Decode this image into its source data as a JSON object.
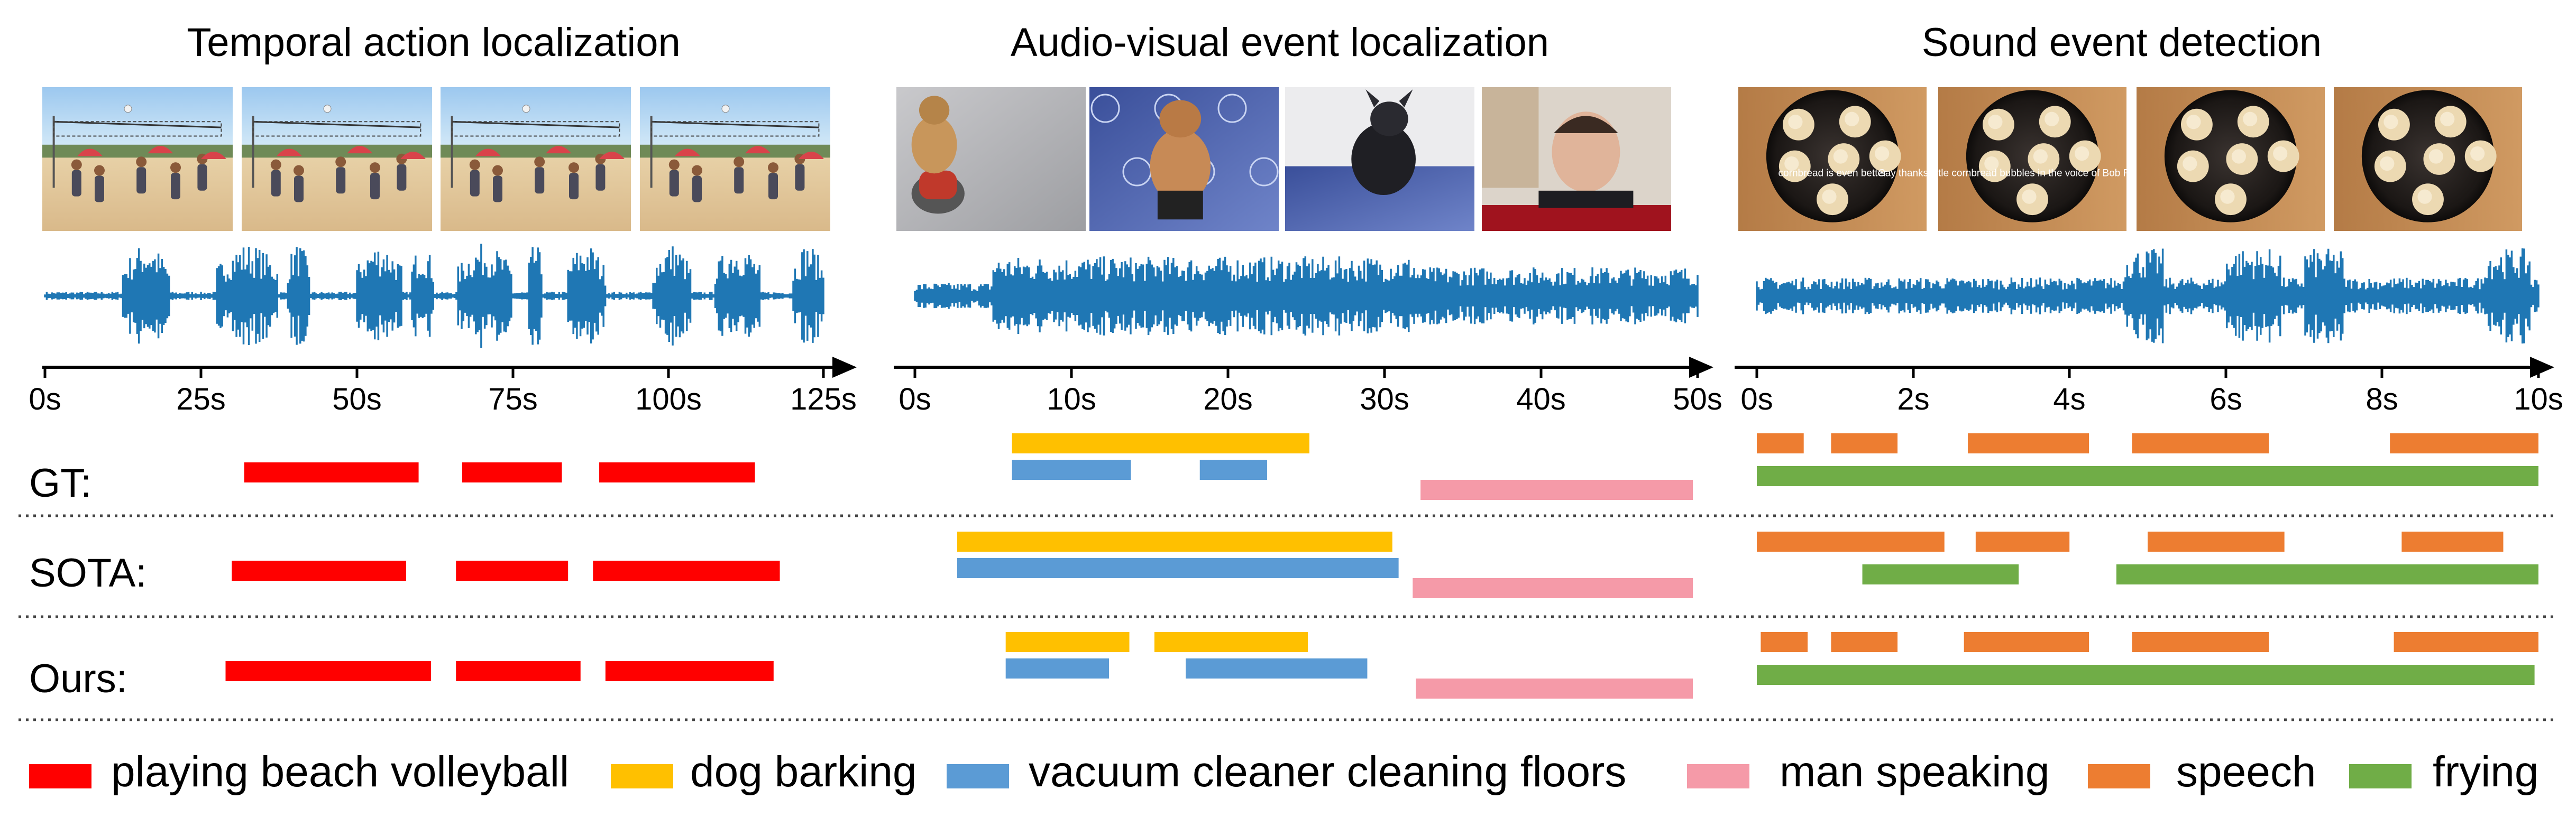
{
  "panels": [
    {
      "title": "Temporal action localization",
      "ticks": [
        "0s",
        "25s",
        "50s",
        "75s",
        "100s",
        "125s"
      ],
      "thumb_scenes": [
        "beach-volleyball",
        "beach-volleyball",
        "beach-volleyball",
        "beach-volleyball"
      ],
      "rows": {
        "gt": [
          {
            "class": "playing beach volleyball",
            "start": 32,
            "end": 60
          },
          {
            "class": "playing beach volleyball",
            "start": 67,
            "end": 83
          },
          {
            "class": "playing beach volleyball",
            "start": 89,
            "end": 114
          }
        ],
        "sota": [
          {
            "class": "playing beach volleyball",
            "start": 30,
            "end": 58
          },
          {
            "class": "playing beach volleyball",
            "start": 66,
            "end": 84
          },
          {
            "class": "playing beach volleyball",
            "start": 88,
            "end": 118
          }
        ],
        "ours": [
          {
            "class": "playing beach volleyball",
            "start": 29,
            "end": 62
          },
          {
            "class": "playing beach volleyball",
            "start": 66,
            "end": 86
          },
          {
            "class": "playing beach volleyball",
            "start": 90,
            "end": 117
          }
        ]
      }
    },
    {
      "title": "Audio-visual event localization",
      "ticks": [
        "0s",
        "10s",
        "20s",
        "30s",
        "40s",
        "50s"
      ],
      "thumb_scenes": [
        "dog-on-vacuum",
        "dog-on-carpet",
        "black-dog",
        "man-talking"
      ],
      "rows": {
        "gt": [
          {
            "class": "dog barking",
            "start": 6.2,
            "end": 25.2
          },
          {
            "class": "vacuum cleaner cleaning floors",
            "start": 6.2,
            "end": 13.8
          },
          {
            "class": "vacuum cleaner cleaning floors",
            "start": 18.2,
            "end": 22.5
          },
          {
            "class": "man speaking",
            "start": 32.3,
            "end": 49.7
          }
        ],
        "sota": [
          {
            "class": "dog barking",
            "start": 2.7,
            "end": 30.5
          },
          {
            "class": "vacuum cleaner cleaning floors",
            "start": 2.7,
            "end": 30.9
          },
          {
            "class": "man speaking",
            "start": 31.8,
            "end": 49.7
          }
        ],
        "ours": [
          {
            "class": "dog barking",
            "start": 5.8,
            "end": 13.7
          },
          {
            "class": "dog barking",
            "start": 15.3,
            "end": 25.1
          },
          {
            "class": "vacuum cleaner cleaning floors",
            "start": 5.8,
            "end": 12.4
          },
          {
            "class": "vacuum cleaner cleaning floors",
            "start": 17.3,
            "end": 28.9
          },
          {
            "class": "man speaking",
            "start": 32.0,
            "end": 49.7
          }
        ]
      }
    },
    {
      "title": "Sound event detection",
      "ticks": [
        "0s",
        "2s",
        "4s",
        "6s",
        "8s",
        "10s"
      ],
      "thumb_scenes": [
        "frying-pan",
        "frying-pan",
        "frying-pan",
        "frying-pan"
      ],
      "thumb_captions": [
        "cornbread is even better",
        "Say thanks little cornbread bubbles in the voice of Bob Ross. It works",
        "",
        ""
      ],
      "rows": {
        "gt": [
          {
            "class": "speech",
            "start": 0.0,
            "end": 0.6
          },
          {
            "class": "speech",
            "start": 0.95,
            "end": 1.8
          },
          {
            "class": "speech",
            "start": 2.7,
            "end": 4.25
          },
          {
            "class": "speech",
            "start": 4.8,
            "end": 6.55
          },
          {
            "class": "speech",
            "start": 8.1,
            "end": 10.0
          },
          {
            "class": "frying",
            "start": 0.0,
            "end": 10.0
          }
        ],
        "sota": [
          {
            "class": "speech",
            "start": 0.0,
            "end": 2.4
          },
          {
            "class": "speech",
            "start": 2.8,
            "end": 4.0
          },
          {
            "class": "speech",
            "start": 5.0,
            "end": 6.75
          },
          {
            "class": "speech",
            "start": 8.25,
            "end": 9.55
          },
          {
            "class": "frying",
            "start": 1.35,
            "end": 3.35
          },
          {
            "class": "frying",
            "start": 4.6,
            "end": 10.0
          }
        ],
        "ours": [
          {
            "class": "speech",
            "start": 0.05,
            "end": 0.65
          },
          {
            "class": "speech",
            "start": 0.95,
            "end": 1.8
          },
          {
            "class": "speech",
            "start": 2.65,
            "end": 4.25
          },
          {
            "class": "speech",
            "start": 4.8,
            "end": 6.55
          },
          {
            "class": "speech",
            "start": 8.15,
            "end": 10.0
          },
          {
            "class": "frying",
            "start": 0.0,
            "end": 9.95
          }
        ]
      }
    }
  ],
  "row_labels": {
    "gt": "GT:",
    "sota": "SOTA:",
    "ours": "Ours:"
  },
  "legend": [
    {
      "label": "playing beach volleyball",
      "color": "#ff0000"
    },
    {
      "label": "dog barking",
      "color": "#ffc000"
    },
    {
      "label": "vacuum cleaner cleaning floors",
      "color": "#5b9bd5"
    },
    {
      "label": "man speaking",
      "color": "#f59aa8"
    },
    {
      "label": "speech",
      "color": "#ed7d31"
    },
    {
      "label": "frying",
      "color": "#70ad47"
    }
  ],
  "waveform_color": "#1f77b4"
}
